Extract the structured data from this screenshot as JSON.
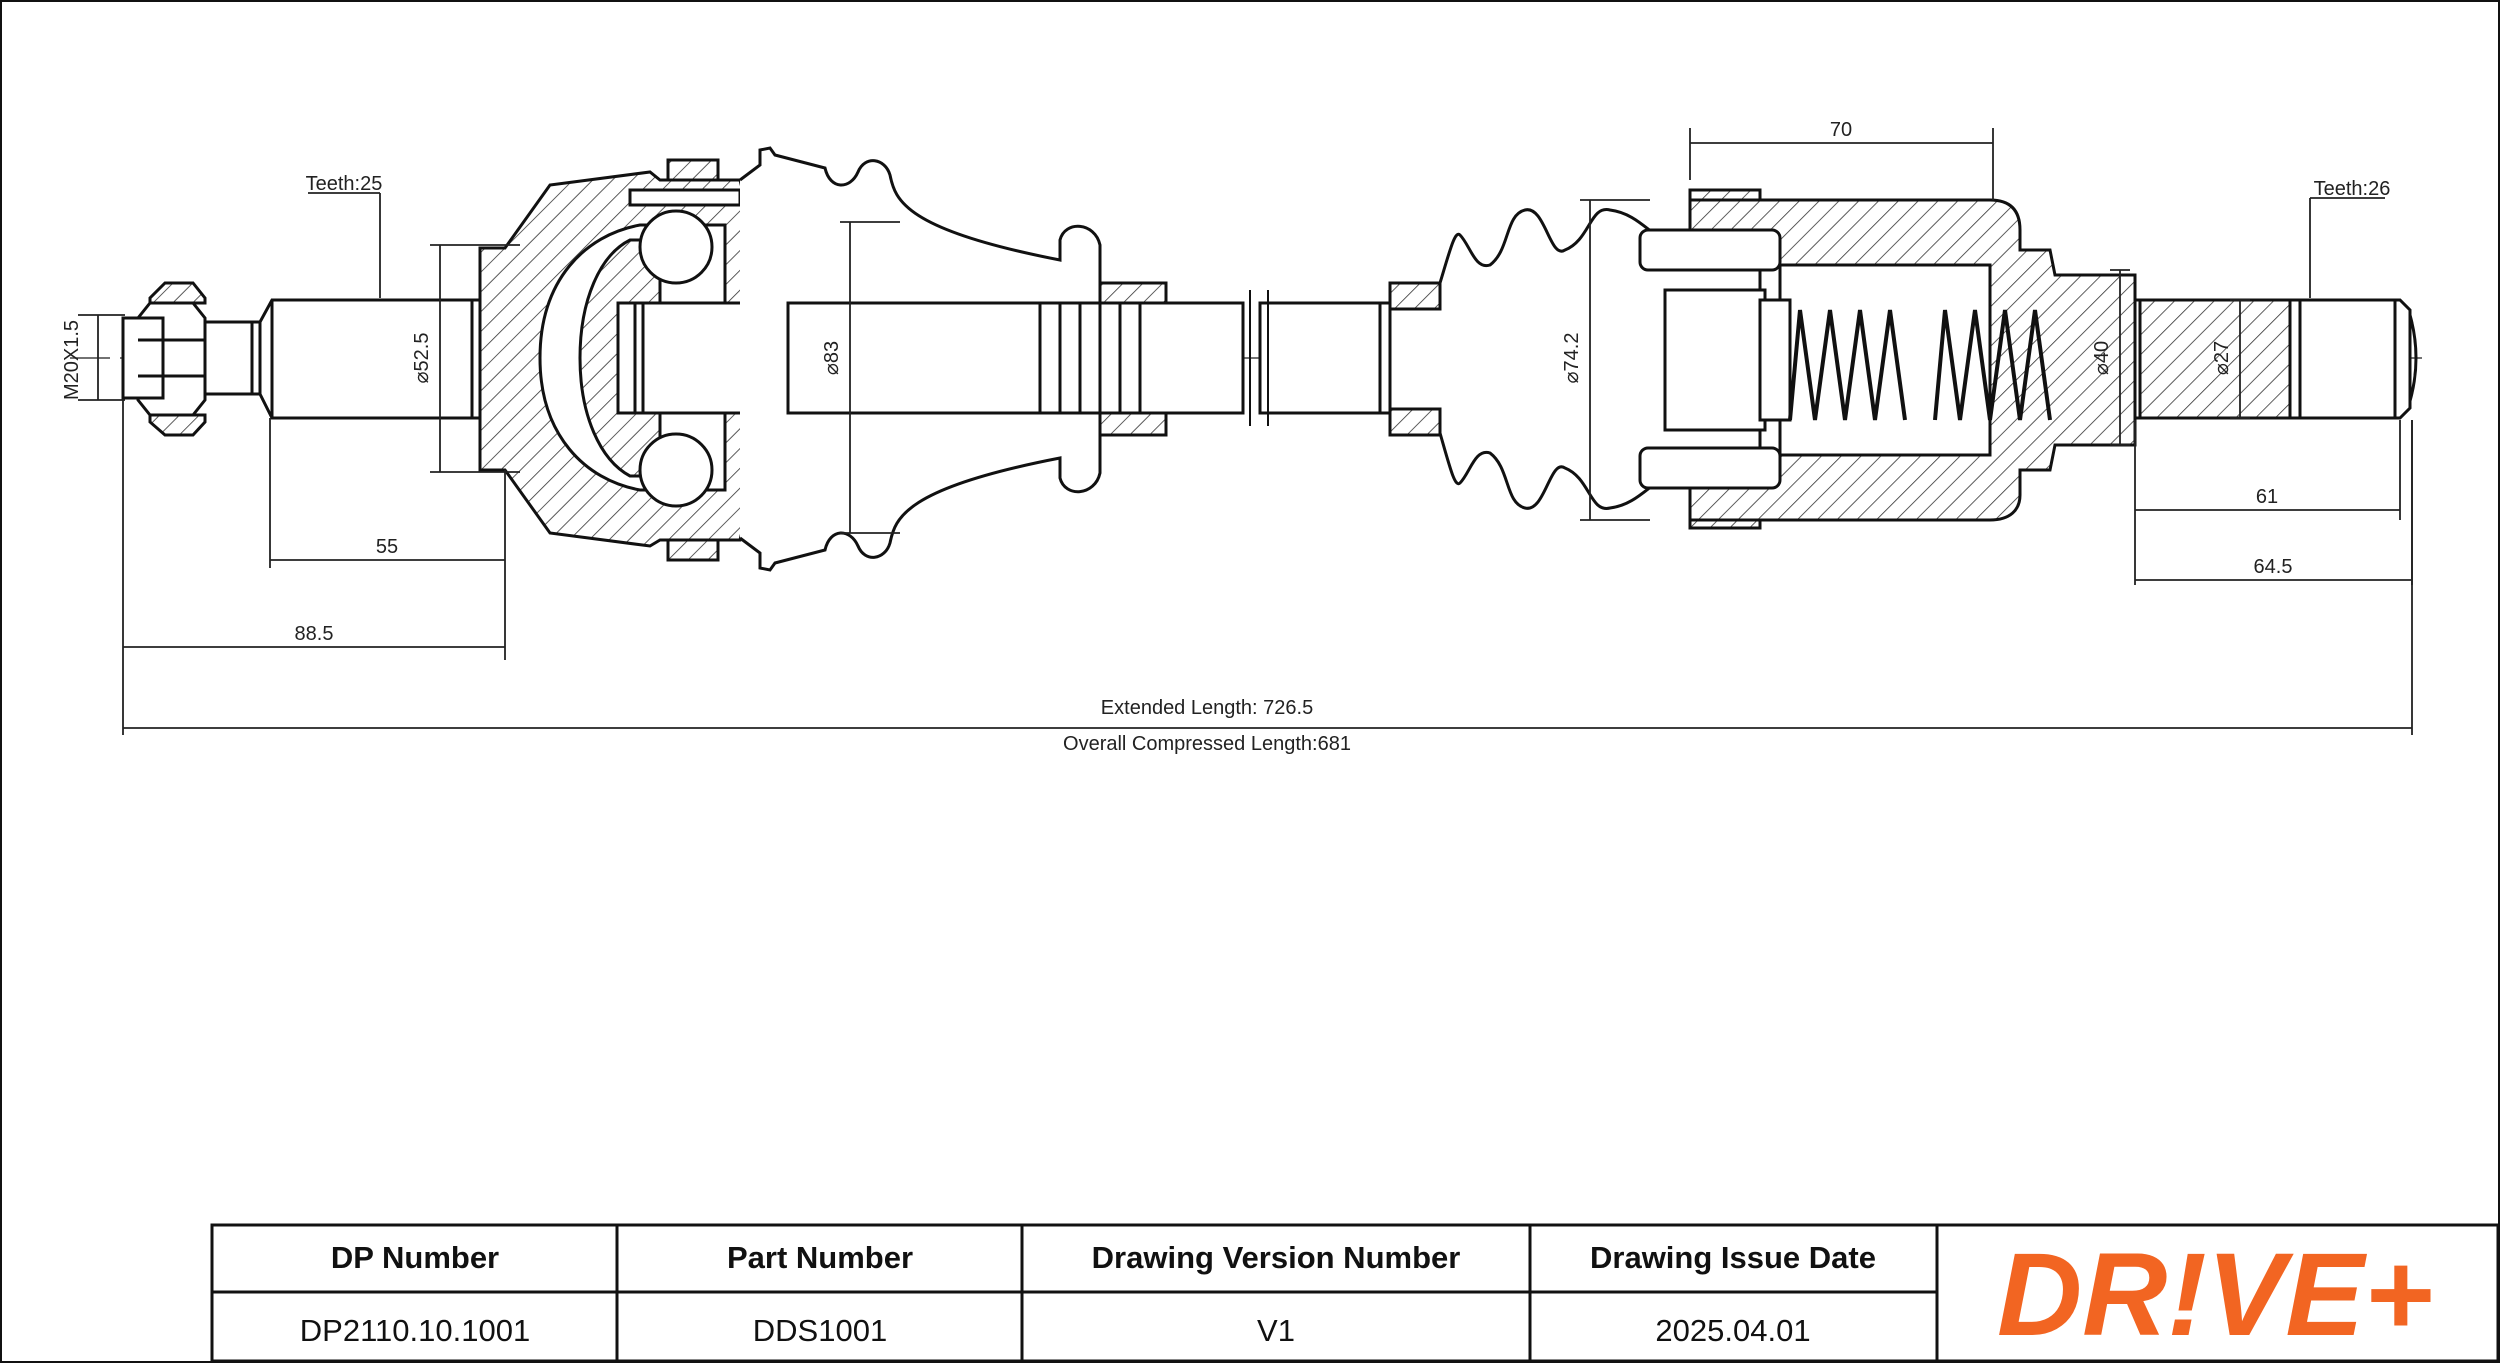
{
  "drawing": {
    "labels": {
      "teeth_left": "Teeth:25",
      "teeth_right": "Teeth:26",
      "thread": "M20X1.5",
      "dia_52_5": "⌀52.5",
      "dia_83": "⌀83",
      "dia_74_2": "⌀74.2",
      "dia_40": "⌀40",
      "dia_27": "⌀27",
      "len_55": "55",
      "len_88_5": "88.5",
      "len_70": "70",
      "len_61": "61",
      "len_64_5": "64.5",
      "extended": "Extended  Length: 726.5",
      "compressed": "Overall  Compressed  Length:681"
    }
  },
  "title_block": {
    "headers": [
      "DP Number",
      "Part Number",
      "Drawing Version Number",
      "Drawing Issue Date"
    ],
    "values": [
      "DP2110.10.1001",
      "DDS1001",
      "V1",
      "2025.04.01"
    ]
  },
  "brand": {
    "logo_text": "DR!VE+",
    "color": "#F26522"
  }
}
